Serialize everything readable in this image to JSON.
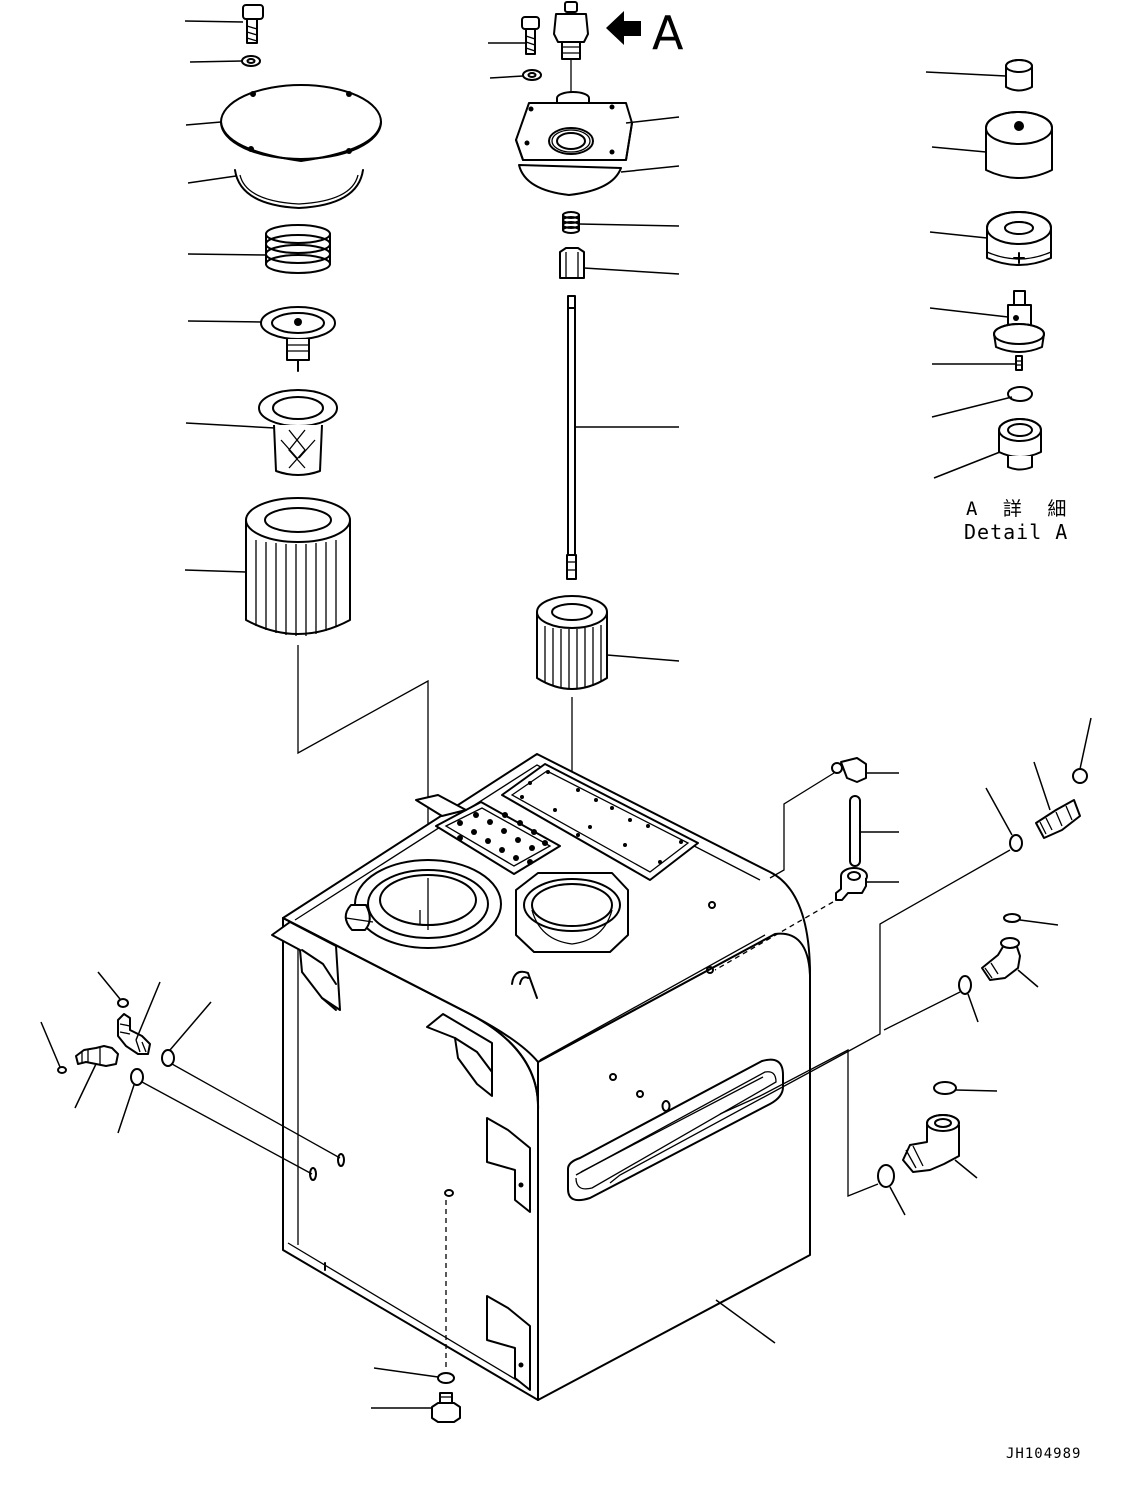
{
  "view_arrow_label": "A",
  "detail": {
    "label_jp": "A 詳 細",
    "label_en": "Detail A"
  },
  "drawing_number": "JH104989"
}
